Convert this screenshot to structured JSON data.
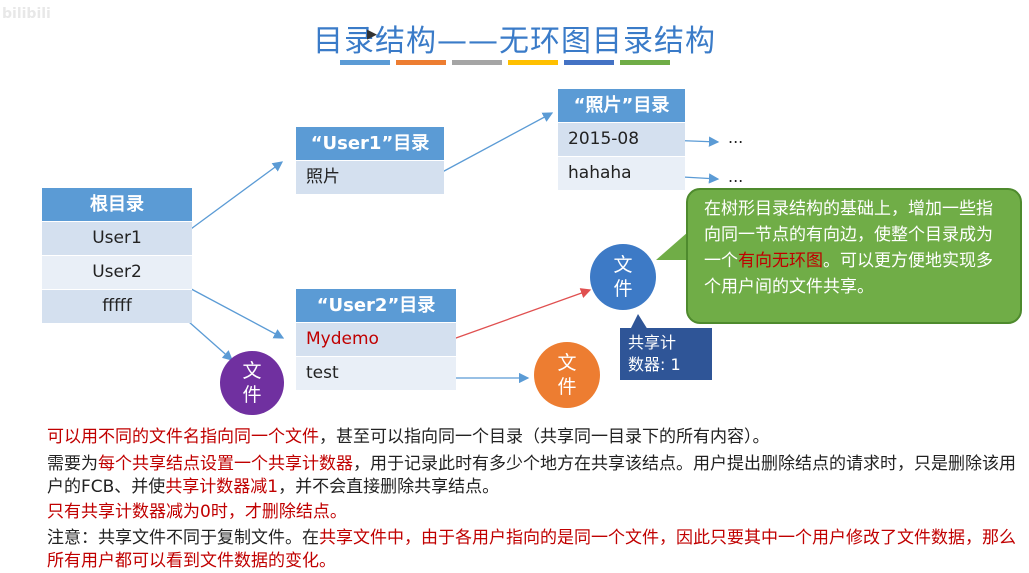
{
  "title": "目录结构——无环图目录结构",
  "watermark": "bilibili",
  "colors": {
    "title": "#3a7bc8",
    "table_header": "#5b9bd5",
    "bubble": "#70ad47",
    "counter": "#2f5597",
    "file_purple": "#7030a0",
    "file_blue": "#3d7ac6",
    "file_orange": "#ed7d31",
    "highlight_red": "#c00000",
    "title_bar": [
      "#5b9bd5",
      "#ed7d31",
      "#a5a5a5",
      "#ffc000",
      "#4472c4",
      "#70ad47"
    ]
  },
  "root_dir": {
    "header": "根目录",
    "rows": [
      "User1",
      "User2",
      "fffff"
    ]
  },
  "user1_dir": {
    "header": "“User1”目录",
    "rows": [
      "照片"
    ]
  },
  "photo_dir": {
    "header": "“照片”目录",
    "rows": [
      "2015-08",
      "hahaha"
    ]
  },
  "user2_dir": {
    "header": "“User2”目录",
    "rows": [
      "Mydemo",
      "test"
    ]
  },
  "ellipsis": "...",
  "file_label": [
    "文",
    "件"
  ],
  "bubble": {
    "part1": "在树形目录结构的基础上，增加一些指向同一节点的有向边，使整个目录成为一个",
    "highlight": "有向无环图",
    "part2": "。可以更方便地实现多个用户间的文件共享。"
  },
  "counter": {
    "line1": "共享计",
    "line2": "数器: 1"
  },
  "notes": {
    "p1_red": "可以用不同的文件名指向同一个文件",
    "p1_rest": "，甚至可以指向同一个目录（共享同一目录下的所有内容）。",
    "p2_a": "需要为",
    "p2_red": "每个共享结点设置一个共享计数器",
    "p2_b": "，用于记录此时有多少个地方在共享该结点。用户提出删除结点的请求时，只是删除该用户的FCB、并使",
    "p2_red2": "共享计数器减1",
    "p2_c": "，并不会直接删除共享结点。",
    "p3_red": "只有共享计数器减为0时，才删除结点。",
    "p4_a": "注意：共享文件不同于复制文件。在",
    "p4_red": "共享文件中，由于各用户指向的是同一个文件，因此只要其中一个用户修改了文件数据，那么所有用户都可以看到文件数据的变化。"
  }
}
